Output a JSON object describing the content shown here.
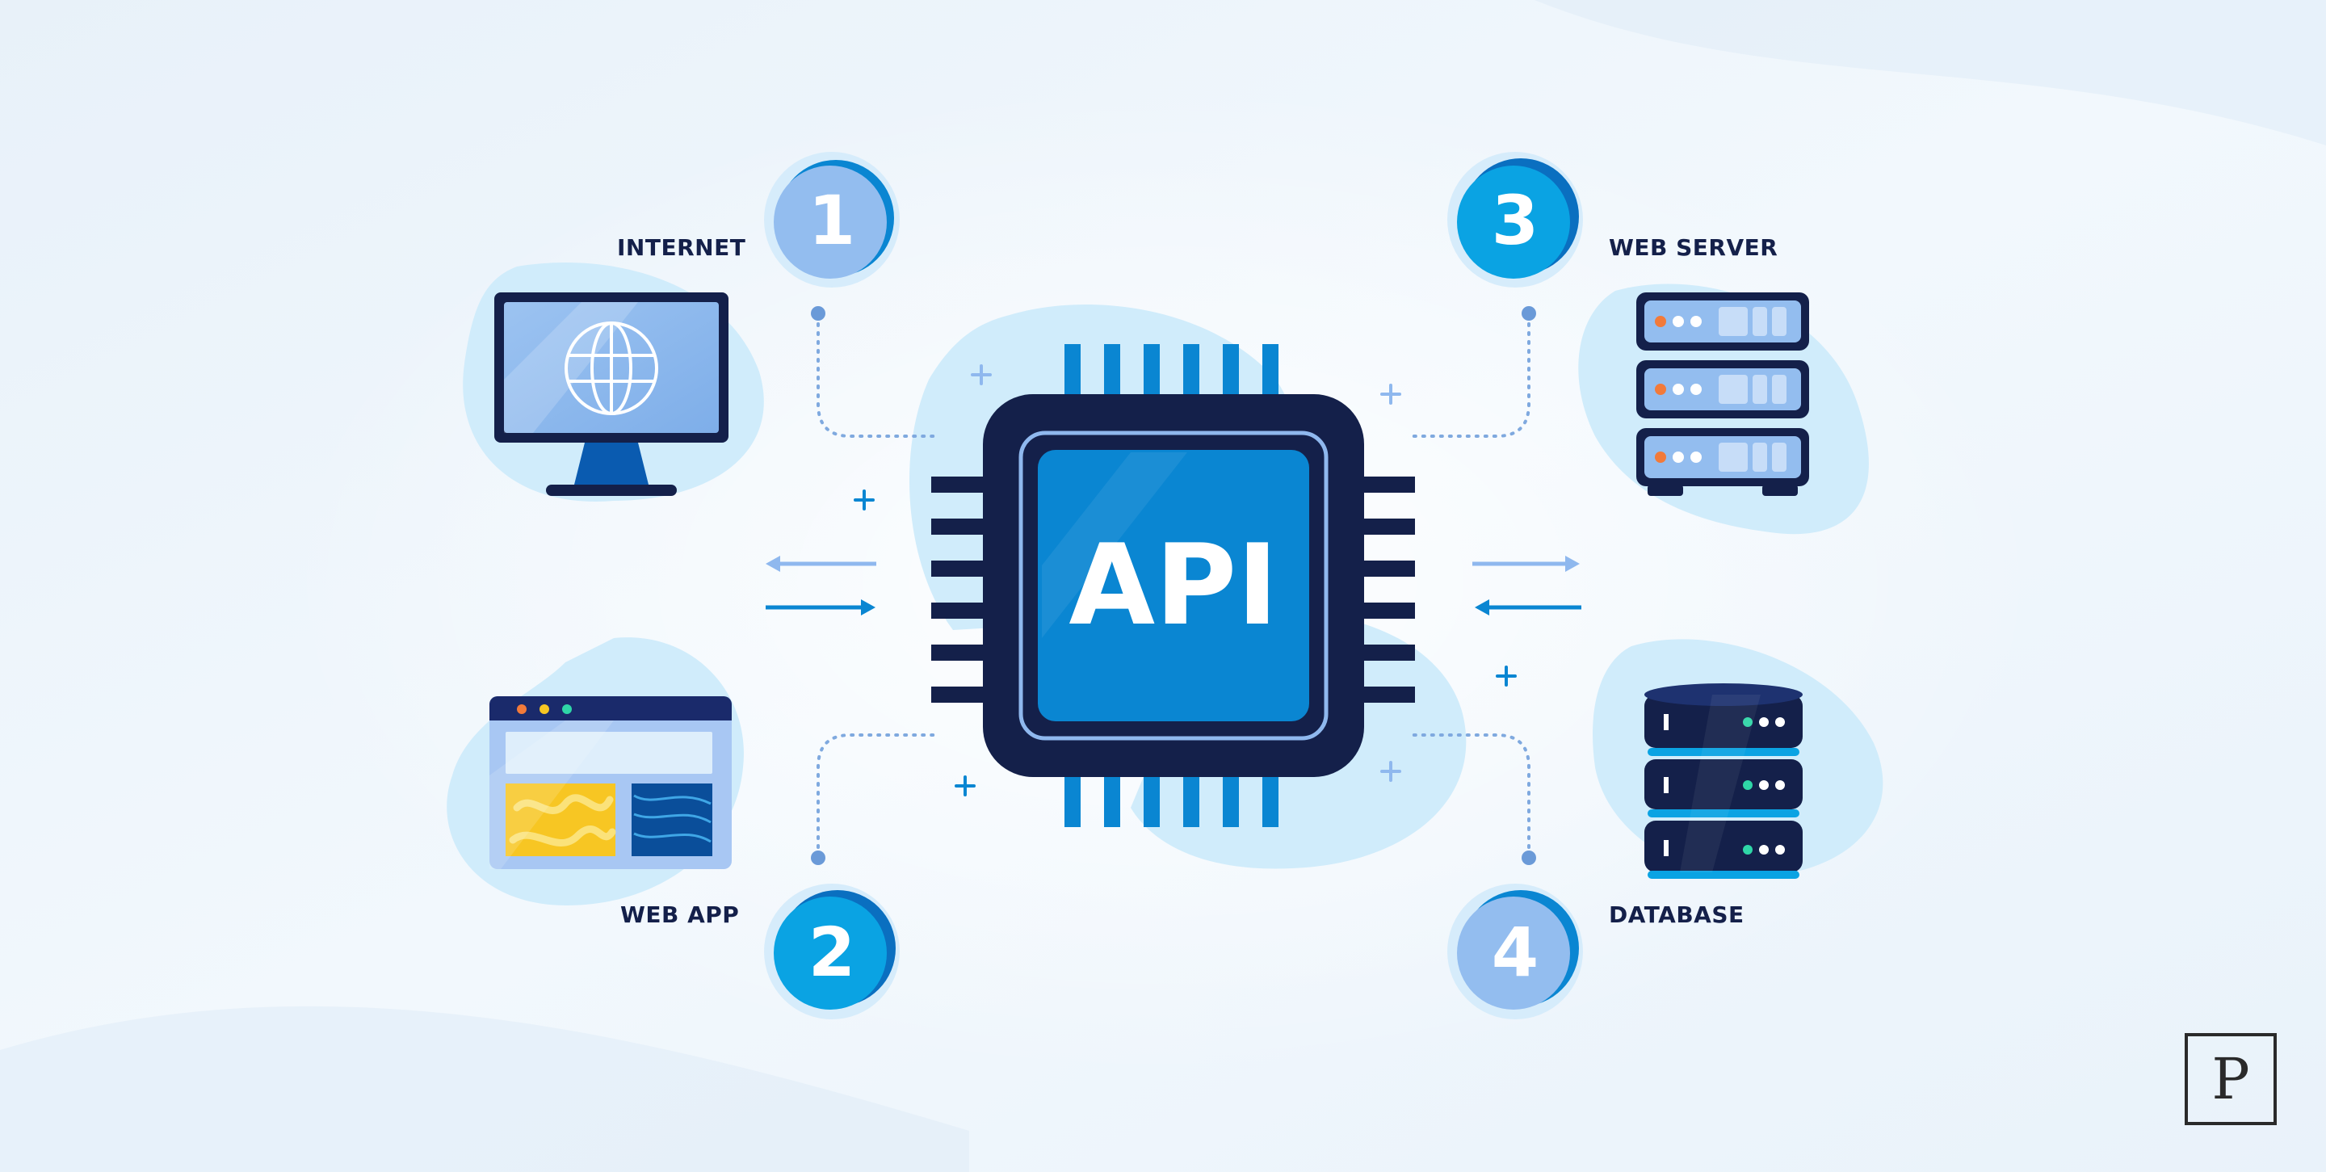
{
  "chip": {
    "label": "API"
  },
  "nodes": [
    {
      "number": "1",
      "label": "INTERNET",
      "icon": "monitor-globe-icon"
    },
    {
      "number": "2",
      "label": "WEB APP",
      "icon": "web-app-window-icon"
    },
    {
      "number": "3",
      "label": "WEB SERVER",
      "icon": "server-rack-icon"
    },
    {
      "number": "4",
      "label": "DATABASE",
      "icon": "database-icon"
    }
  ],
  "logo": {
    "letter": "P"
  },
  "colors": {
    "background": "#eef5fb",
    "blob": "#d0ecfb",
    "navy": "#14204a",
    "chip_blue": "#0a86d2",
    "cyan": "#0aa3e3",
    "light_blue": "#8fb8ee",
    "orange": "#f27a3a",
    "yellow": "#f7c623",
    "green": "#2fd6a7"
  }
}
